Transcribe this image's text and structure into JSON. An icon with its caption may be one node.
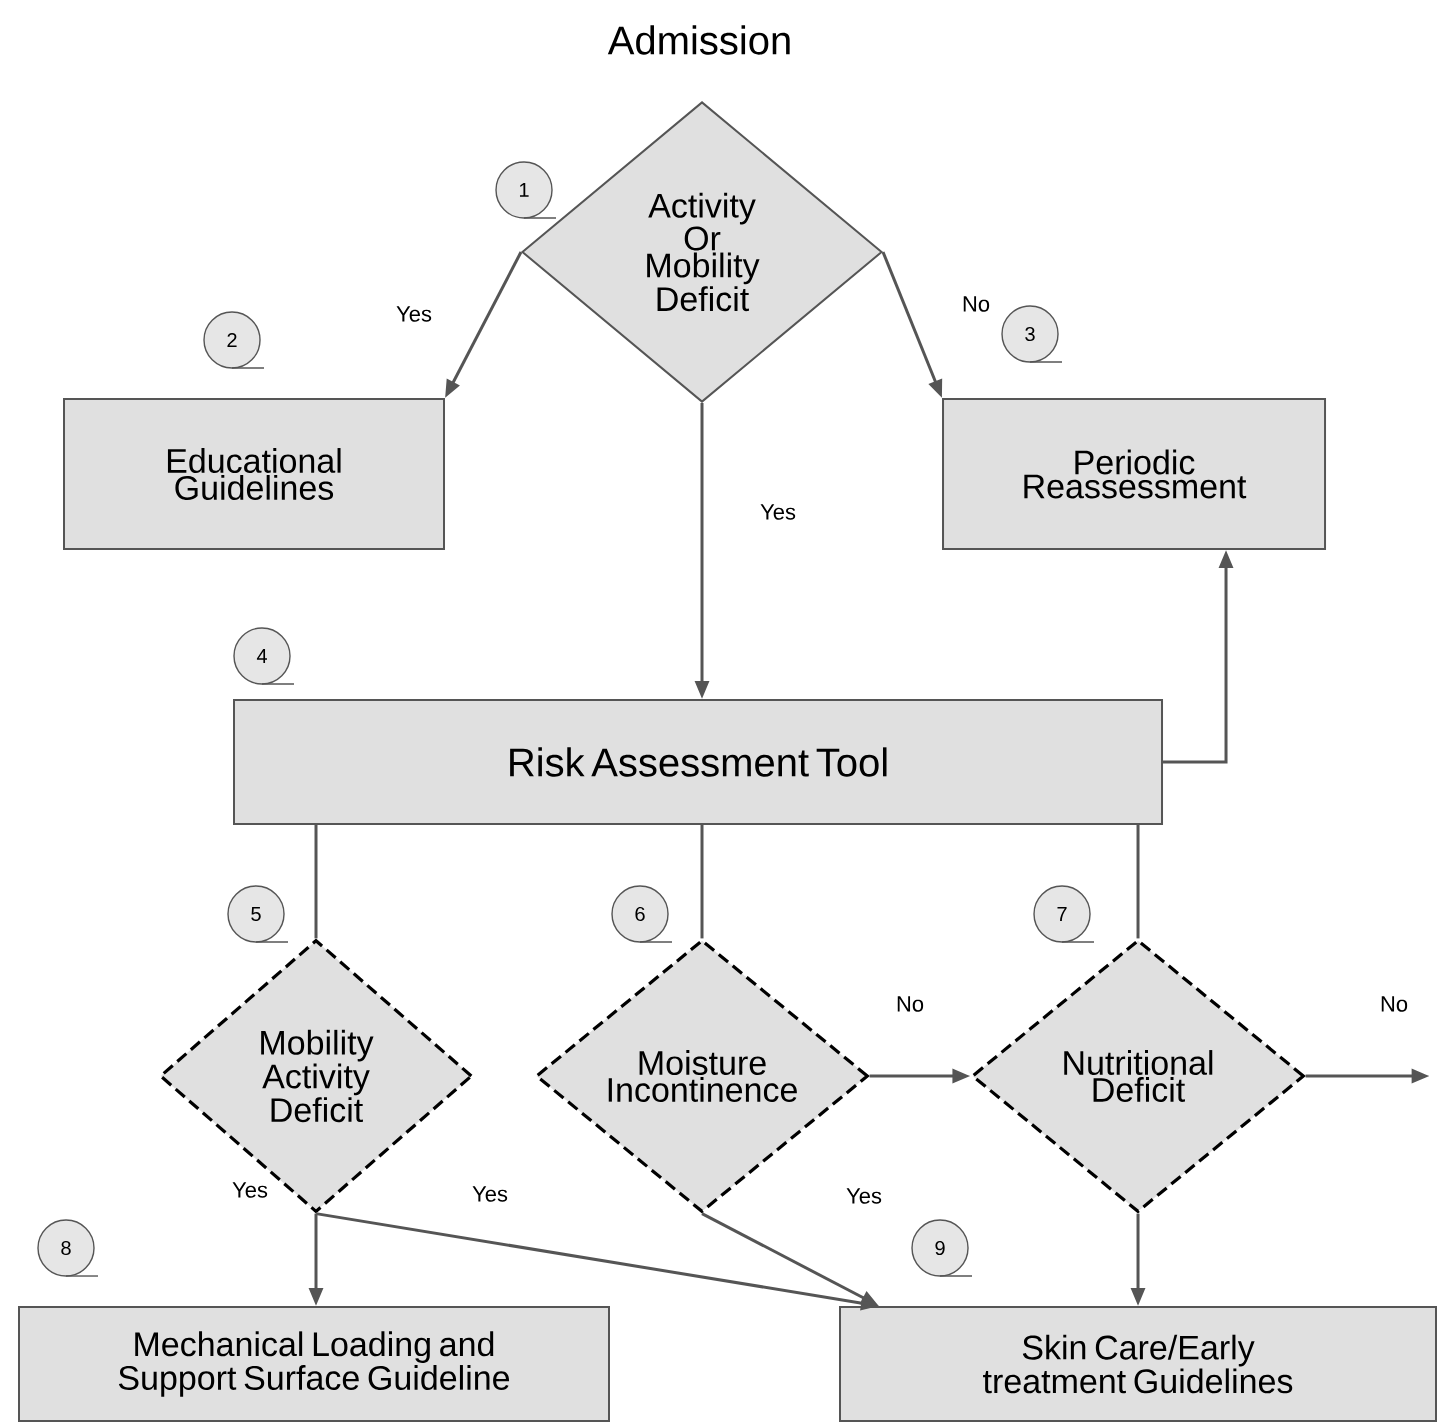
{
  "diagram": {
    "title": "Admission",
    "nodes": [
      {
        "text": [
          "Activity Or Mobility Deficit"
        ],
        "beside": [
          "1"
        ]
      },
      {
        "text": [
          "Educational Guidelines"
        ],
        "beside": [
          "2"
        ]
      },
      {
        "text": [
          "Periodic Reassessment"
        ],
        "beside": [
          "3"
        ]
      },
      {
        "text": [
          "Risk Assessment Tool"
        ],
        "beside": [
          "4"
        ]
      },
      {
        "text": [
          "Mobility Activity Deficit"
        ],
        "beside": [
          "5"
        ]
      },
      {
        "text": [
          "Moisture Incontinence"
        ],
        "beside": [
          "6"
        ]
      },
      {
        "text": [
          "Nutritional Deficit"
        ],
        "beside": [
          "7"
        ]
      },
      {
        "text": [
          "Mechanical Loading and Support Surface Guideline"
        ],
        "beside": [
          "8"
        ]
      },
      {
        "text": [
          "Skin Care/Early treatment Guidelines"
        ],
        "beside": [
          "9"
        ]
      }
    ],
    "edges": [
      {
        "from": 0,
        "to": 1,
        "arrow": "to",
        "label": "Yes"
      },
      {
        "from": 0,
        "to": 2,
        "arrow": "to",
        "label": "No"
      },
      {
        "from": 0,
        "to": 3,
        "arrow": "to",
        "label": "Yes"
      },
      {
        "from": 3,
        "to": 2,
        "arrow": "to"
      },
      {
        "from": 3,
        "to": 4,
        "arrow": "none"
      },
      {
        "from": 3,
        "to": 5,
        "arrow": "none"
      },
      {
        "from": 3,
        "to": 6,
        "arrow": "none"
      },
      {
        "from": 5,
        "to": 6,
        "arrow": "to",
        "label": "No"
      },
      {
        "from": 6,
        "to": null,
        "arrow": "to",
        "label": "No"
      },
      {
        "from": 4,
        "to": 7,
        "arrow": "to",
        "label": "Yes"
      },
      {
        "from": 4,
        "to": 8,
        "arrow": "to",
        "label": "Yes"
      },
      {
        "from": 5,
        "to": 8,
        "arrow": "to",
        "label": "Yes"
      },
      {
        "from": 6,
        "to": 8,
        "arrow": "to"
      }
    ]
  }
}
